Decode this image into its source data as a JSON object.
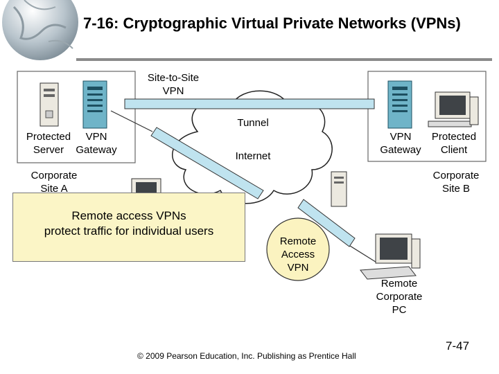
{
  "slide": {
    "title": "7-16: Cryptographic Virtual Private Networks (VPNs)",
    "footer": "© 2009 Pearson Education, Inc.  Publishing as Prentice Hall",
    "page_number": "7-47"
  },
  "diagram": {
    "labels": {
      "site_to_site": "Site-to-Site",
      "vpn": "VPN",
      "tunnel": "Tunnel",
      "internet": "Internet",
      "protected_server_1": "Protected",
      "protected_server_2": "Server",
      "vpn_gateway_a_1": "VPN",
      "vpn_gateway_a_2": "Gateway",
      "corporate_site_a_1": "Corporate",
      "corporate_site_a_2": "Site A",
      "vpn_gateway_b_1": "VPN",
      "vpn_gateway_b_2": "Gateway",
      "protected_client_1": "Protected",
      "protected_client_2": "Client",
      "corporate_site_b_1": "Corporate",
      "corporate_site_b_2": "Site B",
      "remote_access_1": "Remote",
      "remote_access_2": "Access",
      "remote_access_3": "VPN",
      "remote_pc_1": "Remote",
      "remote_pc_2": "Corporate",
      "remote_pc_3": "PC"
    },
    "callout": {
      "line1": "Remote access VPNs",
      "line2": "protect traffic for individual users"
    }
  },
  "colors": {
    "tunnel_fill": "#bfe3ef",
    "callout_fill": "#fbf5c6",
    "remote_circle": "#fbf3c0",
    "title_rule": "#8a8a8a"
  }
}
